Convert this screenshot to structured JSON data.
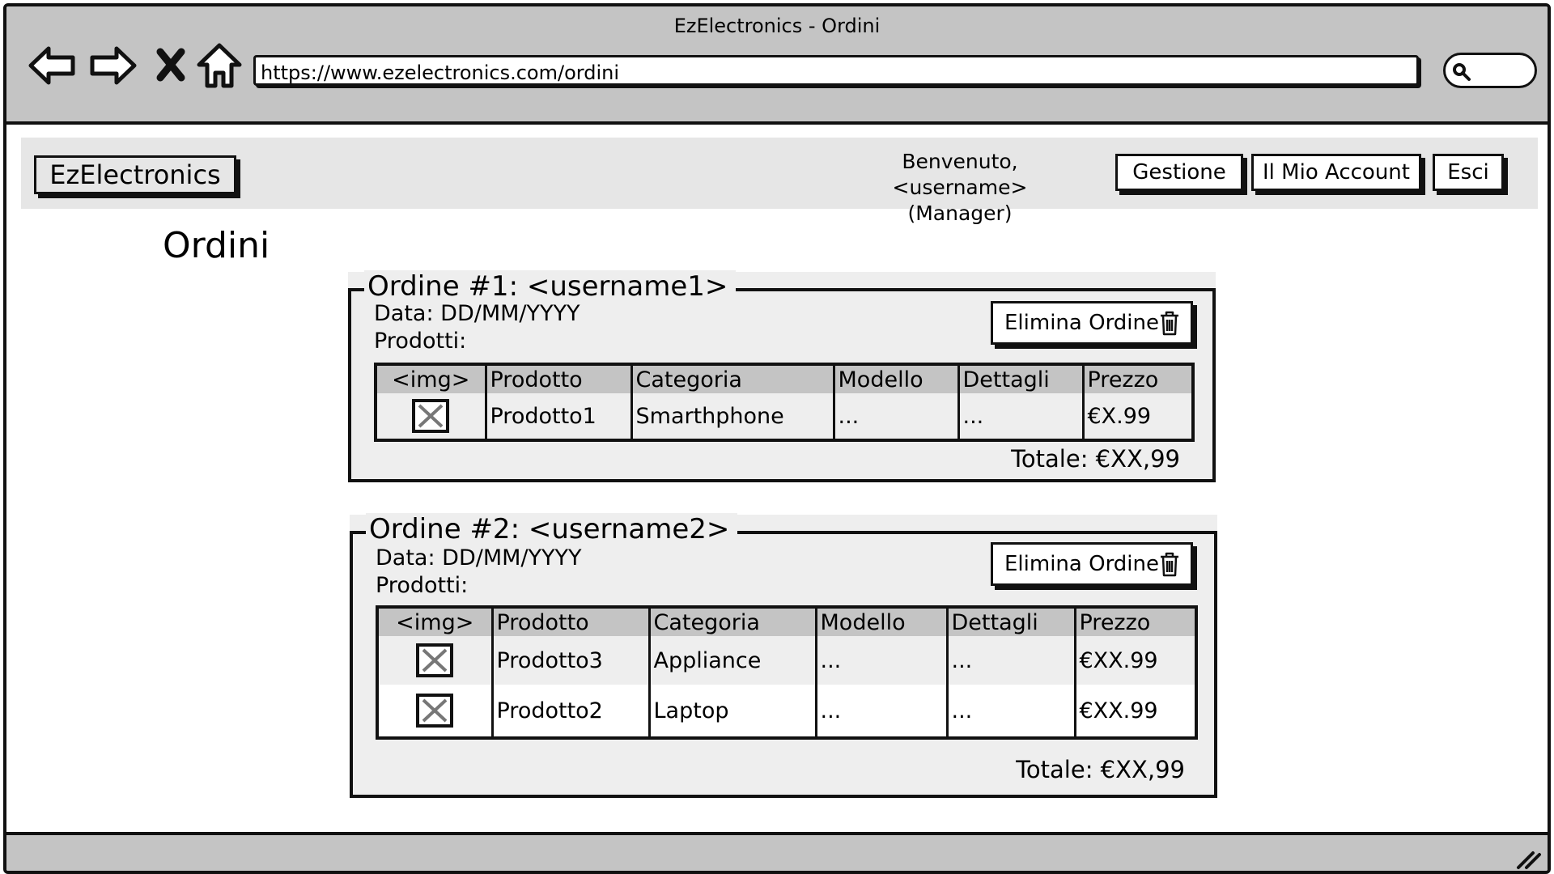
{
  "browser": {
    "window_title": "EzElectronics - Ordini",
    "url": "https://www.ezelectronics.com/ordini"
  },
  "header": {
    "logo": "EzElectronics",
    "welcome_line1": "Benvenuto, <username>",
    "welcome_line2": "(Manager)",
    "buttons": {
      "gestione": "Gestione",
      "account": "Il Mio Account",
      "esci": "Esci"
    }
  },
  "page_title": "Ordini",
  "table_headers": [
    "<img>",
    "Prodotto",
    "Categoria",
    "Modello",
    "Dettagli",
    "Prezzo"
  ],
  "orders": [
    {
      "title": "Ordine #1: <username1>",
      "date": "Data: DD/MM/YYYY",
      "products_label": "Prodotti:",
      "delete_label": "Elimina Ordine",
      "rows": [
        {
          "product": "Prodotto1",
          "category": "Smarthphone",
          "model": "...",
          "details": "...",
          "price": "€X.99"
        }
      ],
      "total": "Totale: €XX,99"
    },
    {
      "title": "Ordine #2: <username2>",
      "date": "Data: DD/MM/YYYY",
      "products_label": "Prodotti:",
      "delete_label": "Elimina Ordine",
      "rows": [
        {
          "product": "Prodotto3",
          "category": "Appliance",
          "model": "...",
          "details": "...",
          "price": "€XX.99"
        },
        {
          "product": "Prodotto2",
          "category": "Laptop",
          "model": "...",
          "details": "...",
          "price": "€XX.99"
        }
      ],
      "total": "Totale: €XX,99"
    }
  ],
  "icons": {
    "back": "back-arrow-icon",
    "forward": "forward-arrow-icon",
    "stop": "close-x-icon",
    "home": "home-icon",
    "search": "search-icon",
    "delete": "trash-icon",
    "image_placeholder": "image-placeholder-icon",
    "resize": "resize-grip-icon"
  }
}
